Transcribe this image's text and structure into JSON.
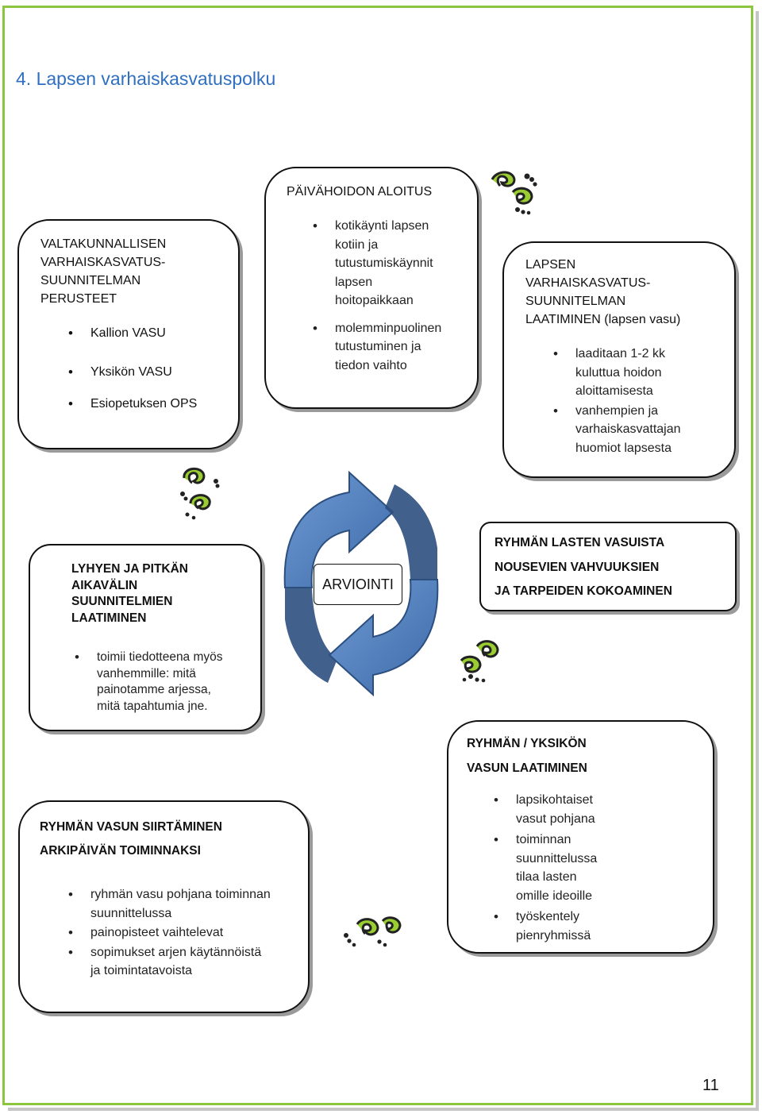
{
  "page_title": "4.  Lapsen varhaiskasvatuspolku",
  "page_number": "11",
  "colors": {
    "title": "#2f6fc0",
    "frame": "#8cc63f",
    "arrow_fill": "#4f7fbf",
    "arrow_dark": "#2c4f7f"
  },
  "boxes": {
    "valtakunnallinen": {
      "title": "VALTAKUNNALLISEN\nVARHAISKASVATUS-\nSUUNNITELMAN\nPERUSTEET",
      "items": [
        "Kallion VASU",
        "Yksikön VASU",
        "Esiopetuksen OPS"
      ]
    },
    "paivahoidon": {
      "title": "PÄIVÄHOIDON ALOITUS",
      "items": [
        "kotikäynti lapsen\nkotiin ja\ntutustumiskäynnit\nlapsen\nhoitopaikkaan",
        "molemminpuolinen\ntutustuminen ja\ntiedon vaihto"
      ]
    },
    "lapsen_vasu": {
      "title_main": "LAPSEN\nVARHAISKASVATUS-\nSUUNNITELMAN\nLAATIMINEN ",
      "title_suffix": "(lapsen vasu)",
      "items": [
        "laaditaan 1-2 kk\nkuluttua hoidon\naloittamisesta",
        "vanhempien ja\nvarhaiskasvattajan\nhuomiot  lapsesta"
      ]
    },
    "lyhyen": {
      "title": "LYHYEN JA PITKÄN\nAIKAVÄLIN\nSUUNNITELMIEN\nLAATIMINEN",
      "items": [
        "toimii tiedotteena myös\nvanhemmille: mitä\npainotamme arjessa,\nmitä tapahtumia jne."
      ]
    },
    "arviointi": {
      "label": "ARVIOINTI"
    },
    "ryhman_lasten": {
      "title": "RYHMÄN LASTEN VASUISTA\nNOUSEVIEN VAHVUUKSIEN\nJA TARPEIDEN KOKOAMINEN"
    },
    "ryhman_yksikon": {
      "title": "RYHMÄN / YKSIKÖN\nVASUN LAATIMINEN",
      "items": [
        "lapsikohtaiset\nvasut pohjana",
        "toiminnan\nsuunnittelussa\ntilaa lasten\nomille ideoille",
        "työskentely\npienryhmissä"
      ]
    },
    "siirtaminen": {
      "title": "RYHMÄN VASUN SIIRTÄMINEN\nARKIPÄIVÄN TOIMINNAKSI",
      "items": [
        "ryhmän vasu pohjana toiminnan\nsuunnittelussa",
        "painopisteet vaihtelevat",
        "sopimukset  arjen käytännöistä\nja toimintatavoista"
      ]
    }
  },
  "icons": [
    "footprints-icon",
    "footprints-icon",
    "footprints-icon",
    "footprints-icon",
    "cycle-arrows-icon"
  ]
}
